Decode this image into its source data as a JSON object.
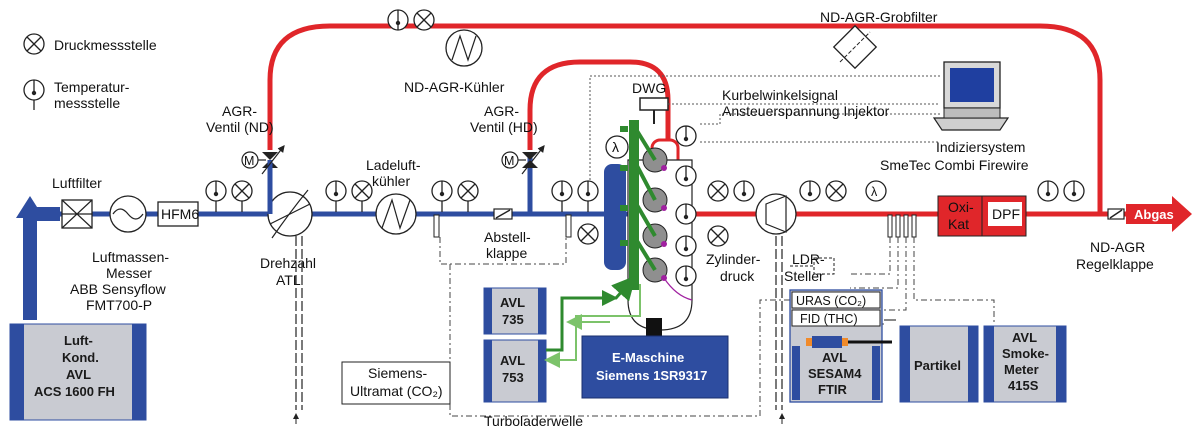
{
  "labels": {
    "druck_legend": "Druckmessstelle",
    "temp_legend_1": "Temperatur-",
    "temp_legend_2": "messstelle",
    "luftfilter": "Luftfilter",
    "hfm6": "HFM6",
    "luftmassen_1": "Luftmassen-",
    "luftmassen_2": "Messer",
    "luftmassen_3": "ABB Sensyflow",
    "luftmassen_4": "FMT700-P",
    "agr_nd_1": "AGR-",
    "agr_nd_2": "Ventil (ND)",
    "drehzahl_1": "Drehzahl",
    "drehzahl_2": "ATL",
    "ladeluft_1": "Ladeluft-",
    "ladeluft_2": "kühler",
    "nd_agr_kuehler": "ND-AGR-Kühler",
    "agr_hd_1": "AGR-",
    "agr_hd_2": "Ventil (HD)",
    "abstell_1": "Abstell-",
    "abstell_2": "klappe",
    "dwg": "DWG",
    "kurbel": "Kurbelwinkelsignal",
    "ansteuer": "Ansteuerspannung Injektor",
    "nd_agr_grobfilter": "ND-AGR-Grobfilter",
    "indizier_1": "Indiziersystem",
    "indizier_2": "SmeTec Combi Firewire",
    "zylinder_1": "Zylinder-",
    "zylinder_2": "druck",
    "ldr_1": "LDR-",
    "ldr_2": "Steller",
    "oxi_1": "Oxi-",
    "oxi_2": "Kat",
    "dpf": "DPF",
    "abgas": "Abgas",
    "nd_agr_regel_1": "ND-AGR",
    "nd_agr_regel_2": "Regelklappe",
    "turbolader": "Turboladerwelle",
    "lambda": "λ",
    "motor_m": "M"
  },
  "boxes": {
    "luft_kond": [
      "Luft-",
      "Kond.",
      "AVL",
      "ACS 1600 FH"
    ],
    "avl735": [
      "AVL",
      "735"
    ],
    "avl753": [
      "AVL",
      "753"
    ],
    "siemens_ultramat_1": "Siemens-",
    "siemens_ultramat_2": "Ultramat (CO₂)",
    "e_maschine_1": "E-Maschine",
    "e_maschine_2": "Siemens 1SR9317",
    "uras": "URAS (CO₂)",
    "fid": "FID (THC)",
    "sesam": [
      "AVL",
      "SESAM4",
      "FTIR"
    ],
    "partikel": "Partikel",
    "smoke": [
      "AVL",
      "Smoke-",
      "Meter",
      "415S"
    ]
  },
  "colors": {
    "air_line": "#2e4da0",
    "exhaust_line": "#e0262a",
    "box_dark": "#2e4da0",
    "box_gray": "#c9cbd2",
    "sensor_green": "#2f8a2f"
  }
}
